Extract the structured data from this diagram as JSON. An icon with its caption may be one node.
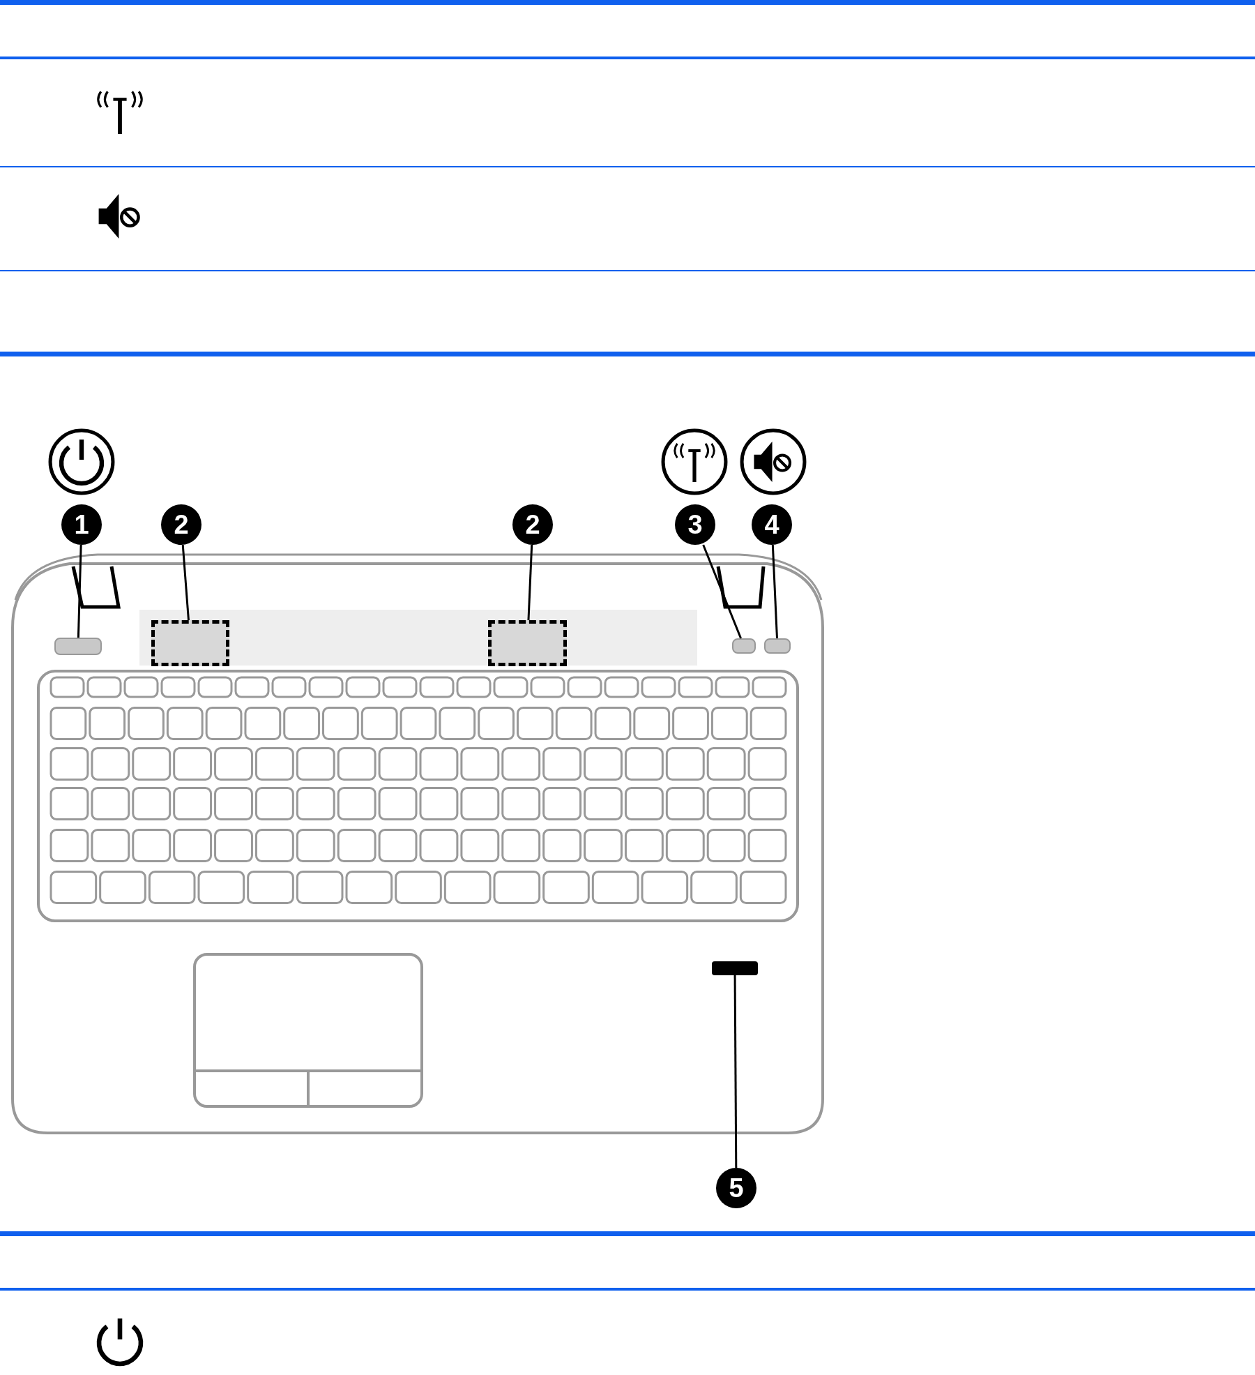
{
  "diagram": {
    "nodes": [
      {
        "text": [
          "1"
        ]
      },
      {
        "text": [
          "2"
        ]
      },
      {
        "text": [
          "2"
        ]
      },
      {
        "text": [
          "3"
        ]
      },
      {
        "text": [
          "4"
        ]
      },
      {
        "text": [
          "5"
        ]
      },
      {
        "text": [],
        "shape": "box"
      },
      {
        "text": [],
        "shape": "box"
      },
      {
        "text": [],
        "shape": "box"
      },
      {
        "text": [],
        "shape": "box"
      },
      {
        "text": [],
        "shape": "box"
      },
      {
        "text": [],
        "shape": "bar"
      }
    ],
    "edges": [
      {
        "from": 0,
        "to": 6,
        "arrow": "none"
      },
      {
        "from": 1,
        "to": 7,
        "arrow": "none"
      },
      {
        "from": 2,
        "to": 8,
        "arrow": "none"
      },
      {
        "from": 3,
        "to": 9,
        "arrow": "none"
      },
      {
        "from": 4,
        "to": 10,
        "arrow": "none"
      },
      {
        "from": 5,
        "to": 11,
        "arrow": "none"
      }
    ]
  }
}
